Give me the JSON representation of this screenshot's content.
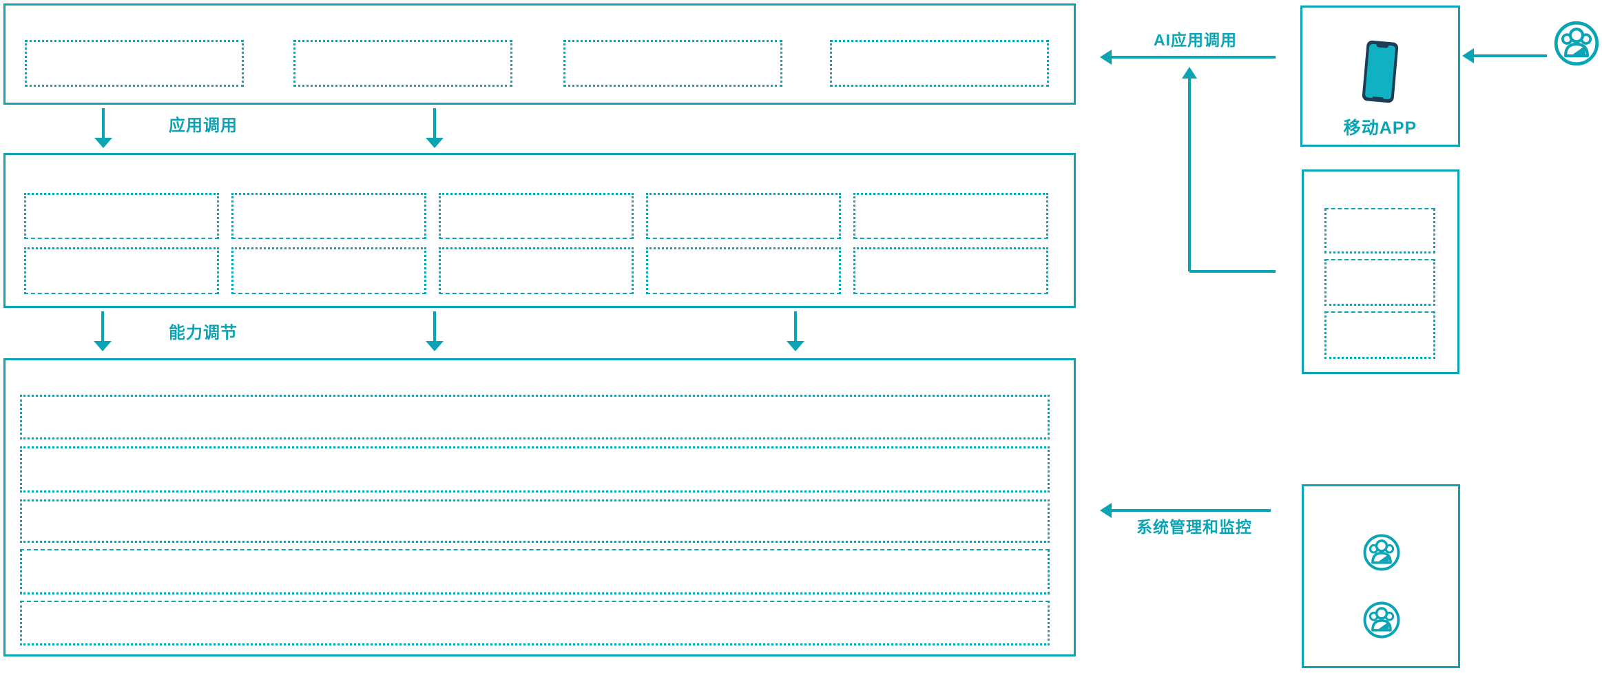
{
  "colors": {
    "accent": "#0aa4b4",
    "phone_body": "#1d3c55",
    "phone_screen": "#10b1c2",
    "background": "#ffffff"
  },
  "flow_labels": {
    "app_call": "应用调用",
    "capability_adjust": "能力调节",
    "ai_app_call": "AI应用调用",
    "system_monitor": "系统管理和监控"
  },
  "right_panel": {
    "mobile_app_label": "移动APP",
    "icons": [
      "smartphone-icon",
      "users-group-icon",
      "users-group-icon",
      "users-group-icon"
    ]
  },
  "diagram_structure": {
    "top_layer_placeholders": 4,
    "middle_layer_placeholder_rows": 2,
    "middle_layer_placeholder_cols": 5,
    "bottom_layer_placeholder_rows": 5,
    "client_box_placeholders": 3,
    "admin_box_user_icons": 2
  }
}
